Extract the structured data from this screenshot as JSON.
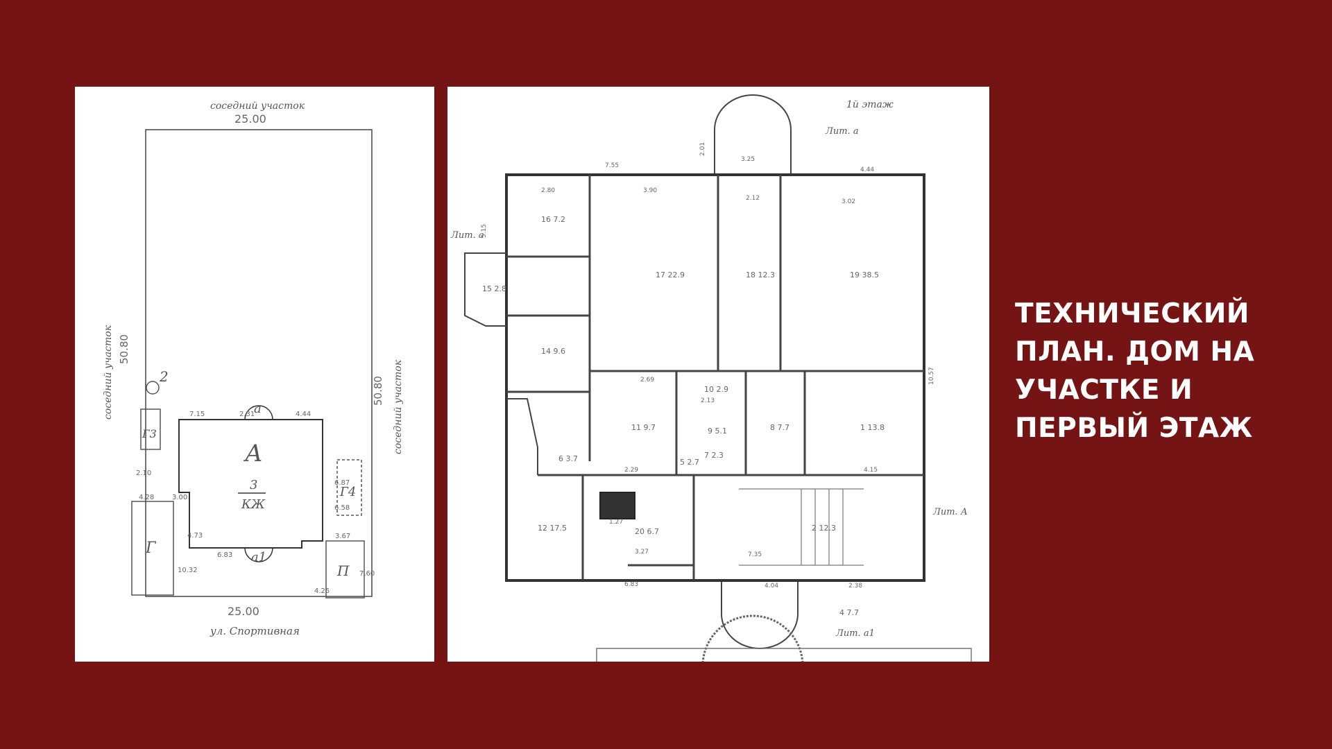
{
  "slide": {
    "background_color": "#741414",
    "heading": "ТЕХНИЧЕСКИЙ ПЛАН. ДОМ НА УЧАСТКЕ И ПЕРВЫЙ ЭТАЖ"
  },
  "site_plan": {
    "top_label": "соседний участок",
    "top_dim": "25.00",
    "left_label": "соседний участок",
    "left_dim": "50.80",
    "right_label": "соседний участок",
    "right_dim": "50.80",
    "bottom_dim": "25.00",
    "street_label": "ул. Спортивная",
    "house_letter": "А",
    "house_floors": "3",
    "house_material": "КЖ",
    "porch_top": "а",
    "porch_bottom": "а1",
    "shed_g": "Г",
    "shed_g3": "Г3",
    "shed_g4": "Г4",
    "shed_p": "П",
    "well": "2",
    "dims": [
      "7.15",
      "2.31",
      "4.44",
      "4.28",
      "4.73",
      "10.32",
      "6.83",
      "2.10",
      "3.00",
      "4.25",
      "3.67",
      "7.60",
      "6.87",
      "6.58"
    ]
  },
  "floor_plan": {
    "floor_label": "1й этаж",
    "lit_a": "Лит. а",
    "lit_a1": "Лит. а1",
    "lit_a_side": "Лит. А",
    "lit_a_left": "Лит. а",
    "room_labels": [
      "16 7.2",
      "17 22.9",
      "18 12.3",
      "19 38.5",
      "15 2.8",
      "14 9.6",
      "10 2.9",
      "11 9.7",
      "8 7.7",
      "1 13.8",
      "12 17.5",
      "9 5.1",
      "7 2.3",
      "2 12.3",
      "5 2.7",
      "6 3.7",
      "20 6.7",
      "4 7.7"
    ],
    "dims": [
      "7.55",
      "2.01",
      "3.25",
      "4.44",
      "2.80",
      "3.90",
      "2.12",
      "3.02",
      "2.69",
      "2.13",
      "7.35",
      "4.04",
      "2.38",
      "6.83",
      "5.15",
      "10.57",
      "4.15",
      "2.29",
      "1.27",
      "3.27"
    ]
  }
}
